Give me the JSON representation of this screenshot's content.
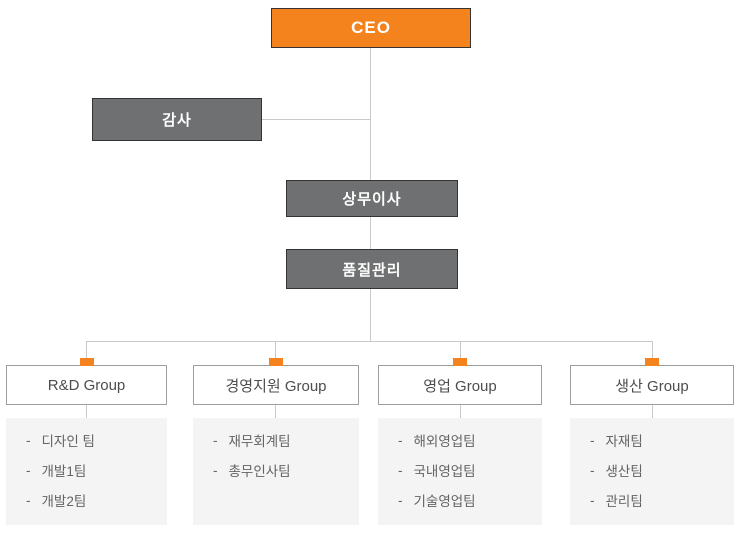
{
  "bullet_char": "-",
  "org": {
    "ceo": {
      "label": "CEO"
    },
    "audit": {
      "label": "감사"
    },
    "director": {
      "label": "상무이사"
    },
    "quality": {
      "label": "품질관리"
    },
    "groups": [
      {
        "label": "R&D Group",
        "teams": [
          "디자인 팀",
          "개발1팀",
          "개발2팀"
        ]
      },
      {
        "label": "경영지원 Group",
        "teams": [
          "재무회계팀",
          "총무인사팀"
        ]
      },
      {
        "label": "영업 Group",
        "teams": [
          "해외영업팀",
          "국내영업팀",
          "기술영업팀"
        ]
      },
      {
        "label": "생산 Group",
        "teams": [
          "자재팀",
          "생산팀",
          "관리팀"
        ]
      }
    ]
  },
  "colors": {
    "accent_orange": "#F5831D",
    "box_gray": "#6F7071",
    "box_dark_border": "#343434",
    "group_border": "#9E9E9E",
    "line_gray": "#C9C9C9",
    "panel_bg": "#F4F4F5",
    "group_text": "#4D4D4D",
    "team_text": "#646464"
  }
}
